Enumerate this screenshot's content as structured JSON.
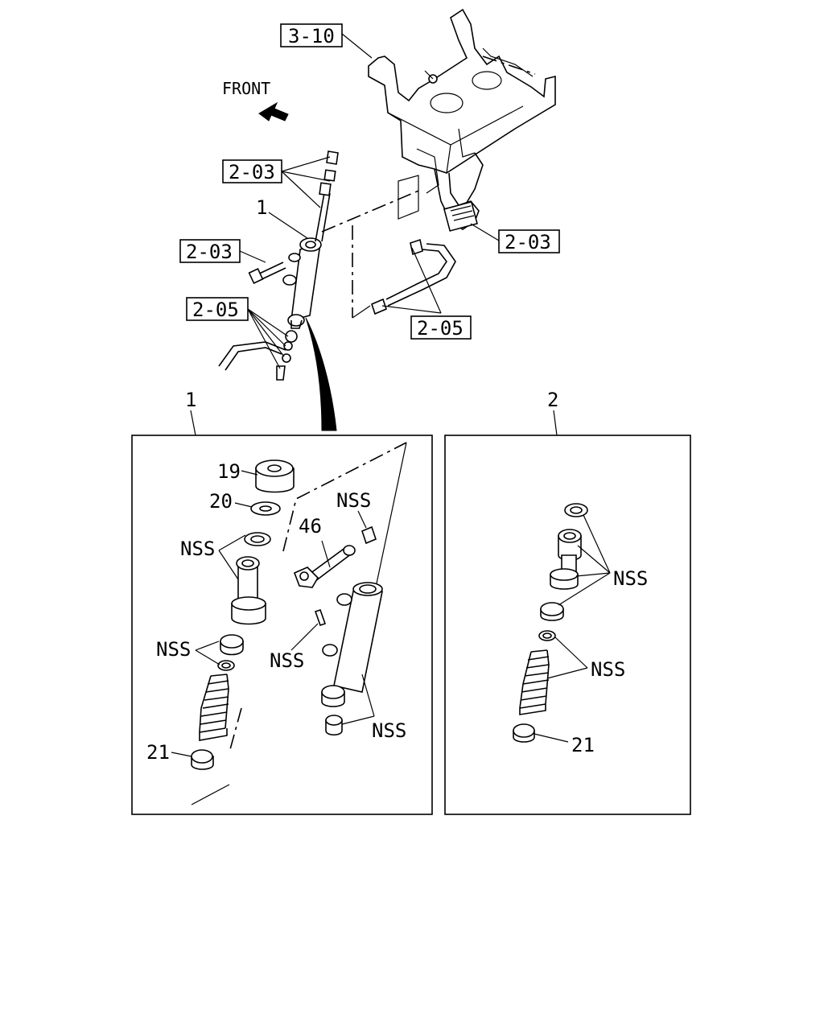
{
  "front_label": "FRONT",
  "refs": {
    "ref_310": "3-10",
    "ref_203": "2-03",
    "ref_205": "2-05"
  },
  "callouts": {
    "c1": "1",
    "c2": "2",
    "c19": "19",
    "c20": "20",
    "c21": "21",
    "c46": "46",
    "nss": "NSS"
  },
  "panels": {
    "left_number": "1",
    "right_number": "2"
  }
}
